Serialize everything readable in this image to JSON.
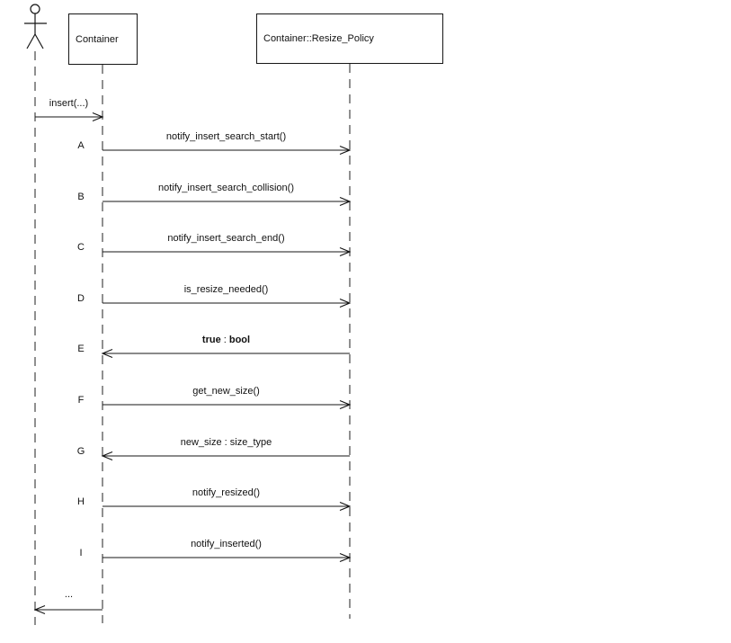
{
  "diagram": {
    "type": "uml-sequence",
    "colors": {
      "line": "#161616",
      "lifeline": "#454545",
      "background": "#ffffff",
      "text": "#111111"
    },
    "lifelines": [
      {
        "id": "user",
        "kind": "actor",
        "label": ""
      },
      {
        "id": "container",
        "kind": "object",
        "label": "Container"
      },
      {
        "id": "resize_policy",
        "kind": "object",
        "label": "Container::Resize_Policy"
      }
    ],
    "messages": [
      {
        "id": "",
        "label": "insert(...)",
        "from": "user",
        "to": "container",
        "direction": "right"
      },
      {
        "id": "A",
        "label": "notify_insert_search_start()",
        "from": "container",
        "to": "resize_policy",
        "direction": "right"
      },
      {
        "id": "B",
        "label": "notify_insert_search_collision()",
        "from": "container",
        "to": "resize_policy",
        "direction": "right"
      },
      {
        "id": "C",
        "label": "notify_insert_search_end()",
        "from": "container",
        "to": "resize_policy",
        "direction": "right"
      },
      {
        "id": "D",
        "label": "is_resize_needed()",
        "from": "container",
        "to": "resize_policy",
        "direction": "right"
      },
      {
        "id": "E",
        "label_value": "true",
        "label_sep": " : ",
        "label_type": "bool",
        "emphasis": "bold",
        "from": "resize_policy",
        "to": "container",
        "direction": "left"
      },
      {
        "id": "F",
        "label": "get_new_size()",
        "from": "container",
        "to": "resize_policy",
        "direction": "right"
      },
      {
        "id": "G",
        "label": "new_size : size_type",
        "from": "resize_policy",
        "to": "container",
        "direction": "left"
      },
      {
        "id": "H",
        "label": "notify_resized()",
        "from": "container",
        "to": "resize_policy",
        "direction": "right"
      },
      {
        "id": "I",
        "label": "notify_inserted()",
        "from": "container",
        "to": "resize_policy",
        "direction": "right"
      },
      {
        "id": "",
        "label": "...",
        "from": "container",
        "to": "user",
        "direction": "left"
      }
    ]
  }
}
